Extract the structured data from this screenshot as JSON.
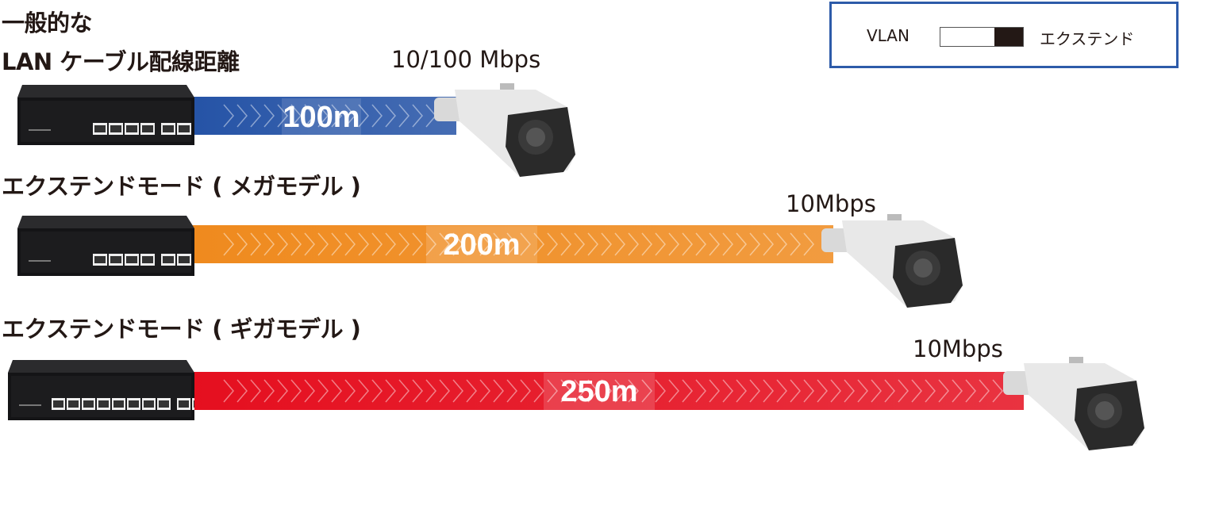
{
  "headings": [
    "一般的な",
    "LAN ケーブル配線距離",
    "エクステンドモード ( メガモデル )",
    "エクステンドモード ( ギガモデル )"
  ],
  "legend": {
    "left_label": "VLAN",
    "right_label": "エクステンド",
    "toggle_state": "extend",
    "border_color": "#2d5ba9"
  },
  "rows": [
    {
      "speed": "10/100 Mbps",
      "distance": "100m",
      "color": "#2553a6"
    },
    {
      "speed": "10Mbps",
      "distance": "200m",
      "color": "#ef8a1e"
    },
    {
      "speed": "10Mbps",
      "distance": "250m",
      "color": "#e50f1f"
    }
  ]
}
